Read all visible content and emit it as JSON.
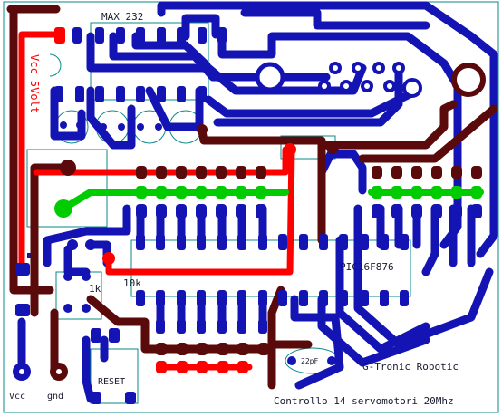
{
  "board": {
    "labels": {
      "max232": "MAX 232",
      "vcc5": "Vcc 5Volt",
      "pic": "PIC16F876",
      "res10k": "10k",
      "res1k": "1k",
      "cap22": "22pF",
      "reset": "RESET",
      "vcc": "Vcc",
      "gnd": "gnd",
      "brand": "G-Tronic Robotic",
      "footer": "Controllo 14 servomotori 20Mhz"
    },
    "colors": {
      "background": "#ffffff",
      "bottom_copper": "#1414b4",
      "top_copper": "#5a0a0a",
      "power_trace": "#ff0000",
      "ground_trace": "#00cc00",
      "silkscreen": "#0a8a8a",
      "text_dark": "#1a1a30"
    }
  }
}
